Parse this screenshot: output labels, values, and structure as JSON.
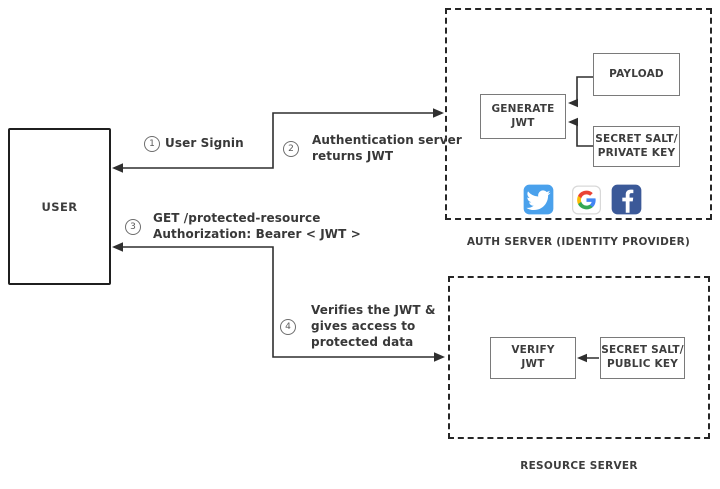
{
  "diagram": {
    "user": {
      "label": "USER"
    },
    "steps": [
      {
        "number": "1",
        "text": "User Signin"
      },
      {
        "number": "2",
        "text": "Authentication server\nreturns JWT"
      },
      {
        "number": "3",
        "text": "GET /protected-resource\nAuthorization: Bearer < JWT >"
      },
      {
        "number": "4",
        "text": "Verifies the JWT &\ngives access to\nprotected data"
      }
    ],
    "auth_server": {
      "caption": "AUTH SERVER (IDENTITY PROVIDER)",
      "boxes": {
        "generate_jwt": "GENERATE\nJWT",
        "payload": "PAYLOAD",
        "secret_salt_private": "SECRET SALT/\nPRIVATE KEY"
      },
      "identity_providers": [
        "twitter",
        "google",
        "facebook"
      ]
    },
    "resource_server": {
      "caption": "RESOURCE SERVER",
      "boxes": {
        "verify_jwt": "VERIFY\nJWT",
        "secret_salt_public": "SECRET SALT/\nPUBLIC KEY"
      }
    },
    "colors": {
      "line": "#2f2f2f",
      "box_border": "#7a7a7a",
      "text": "#3d3d3d",
      "twitter_blue": "#4AA1EC",
      "facebook_blue": "#3B5998",
      "google_blue": "#4285F4",
      "google_red": "#EA4335",
      "google_yellow": "#FBBC05",
      "google_green": "#34A853"
    }
  }
}
